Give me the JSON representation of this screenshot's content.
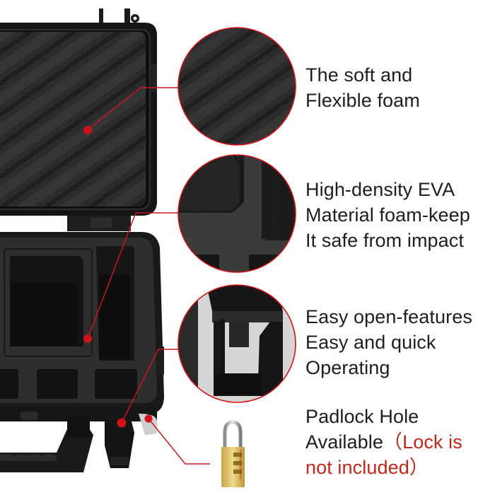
{
  "product": {
    "type": "hard carrying case with foam insert",
    "accent_color": "#d0121b",
    "case_color": "#1b1b1b"
  },
  "features": [
    {
      "id": "foam",
      "lines": [
        "The soft and",
        "Flexible foam"
      ],
      "callout_icon": "foam-texture-closeup"
    },
    {
      "id": "eva",
      "lines": [
        "High-density EVA",
        "Material foam-keep",
        "It safe from impact"
      ],
      "callout_icon": "eva-foam-cutout-closeup"
    },
    {
      "id": "latch",
      "lines": [
        "Easy open-features",
        "Easy and quick",
        "Operating"
      ],
      "callout_icon": "latch-closeup"
    },
    {
      "id": "padlock",
      "line1": "Padlock Hole",
      "line2_black": "Available",
      "line2_red": "（Lock is",
      "line3_red": "not included）",
      "callout_icon": "combination-padlock"
    }
  ]
}
